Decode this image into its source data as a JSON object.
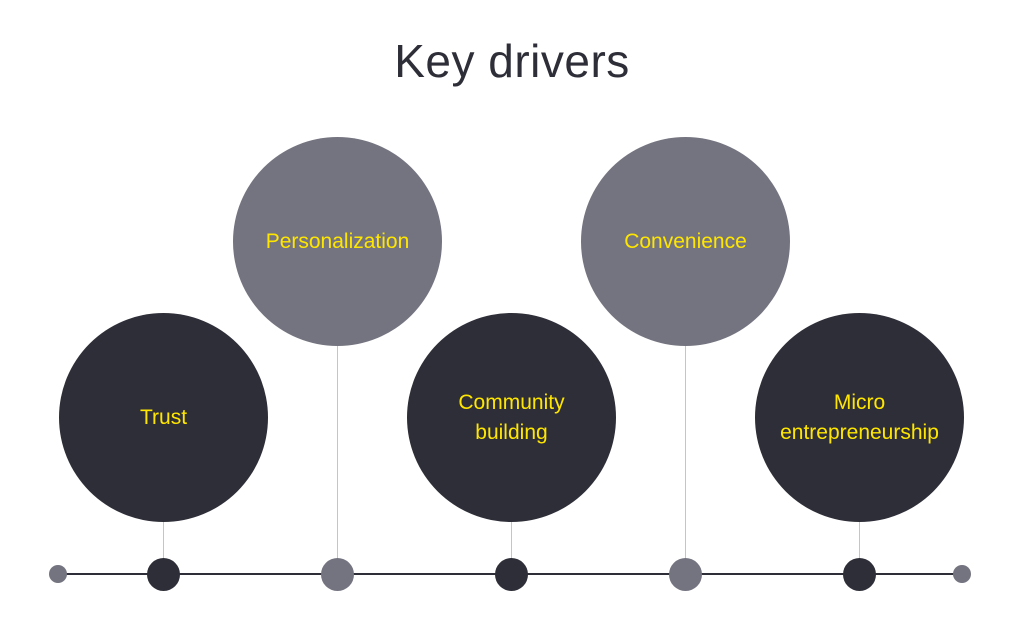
{
  "title": "Key drivers",
  "colors": {
    "title": "#2e2e38",
    "dark_circle": "#2e2e38",
    "gray_circle": "#747480",
    "label": "#ffe600",
    "stem": "#c4c4cd",
    "axis": "#2e2e38"
  },
  "drivers": [
    {
      "label": "Trust",
      "tone": "dark",
      "position": "lower"
    },
    {
      "label": "Personalization",
      "tone": "gray",
      "position": "upper"
    },
    {
      "label": "Community\nbuilding",
      "tone": "dark",
      "position": "lower"
    },
    {
      "label": "Convenience",
      "tone": "gray",
      "position": "upper"
    },
    {
      "label": "Micro\nentrepreneurship",
      "tone": "dark",
      "position": "lower"
    }
  ]
}
